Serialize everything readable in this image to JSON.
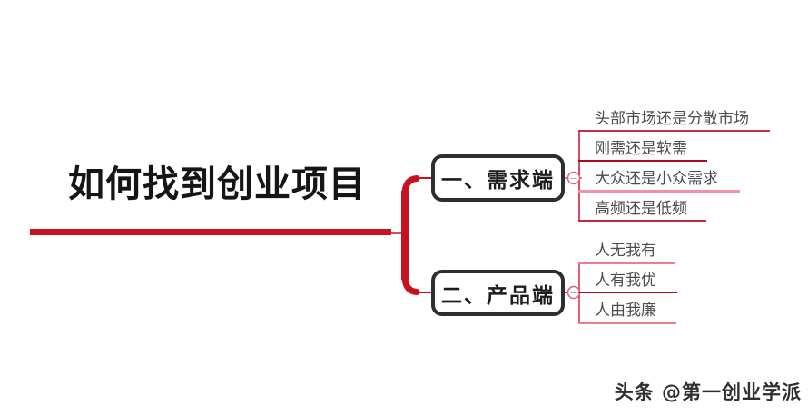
{
  "root": {
    "title": "如何找到创业项目"
  },
  "branches": [
    {
      "label": "一、需求端",
      "children": [
        {
          "label": "头部市场还是分散市场"
        },
        {
          "label": "刚需还是软需"
        },
        {
          "label": "大众还是小众需求"
        },
        {
          "label": "高频还是低频"
        }
      ]
    },
    {
      "label": "二、产品端",
      "children": [
        {
          "label": "人无我有"
        },
        {
          "label": "人有我优"
        },
        {
          "label": "人由我廉"
        }
      ]
    }
  ],
  "ui": {
    "collapse_symbol": "−"
  },
  "watermark": {
    "text": "头条 @第一创业学派"
  },
  "colors": {
    "accent_red": "#c5121f",
    "branch_trunk_pink": "#d04f68",
    "child_line_dark_red": "#a80b1d",
    "child_line_crimson": "#c43049",
    "child_line_pink": "#ec7d92",
    "node_border": "#2e2e2e",
    "text_dark": "#151515",
    "text_child": "#4d4d4d"
  }
}
